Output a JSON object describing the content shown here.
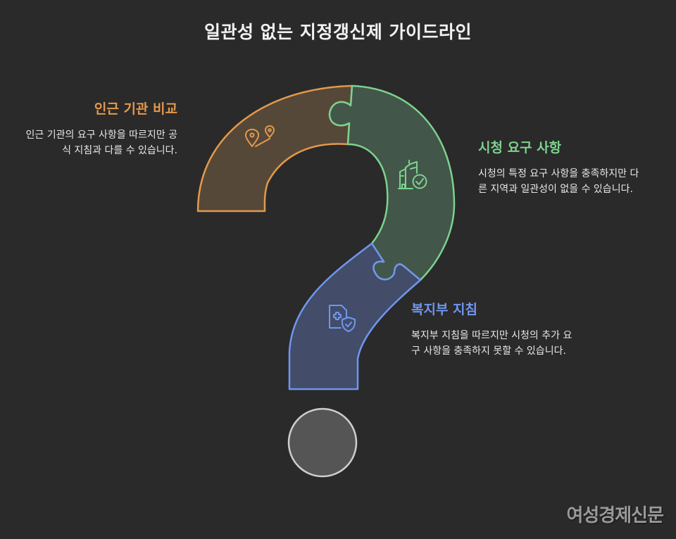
{
  "title": "일관성 없는 지정갱신제 가이드라인",
  "colors": {
    "background": "#2a2a2a",
    "orange": "#e3994d",
    "orange_fill": "#564838",
    "green": "#7cd38e",
    "green_fill": "#43564a",
    "blue": "#6f96f0",
    "blue_fill": "#434c68",
    "circle_fill": "#555555",
    "circle_stroke": "#cfcfcf"
  },
  "segments": [
    {
      "id": "nearby",
      "heading": "인근 기관 비교",
      "description": "인근 기관의 요구 사항을 따르지만 공식 지침과 다를 수 있습니다.",
      "icon": "map-route-pins-icon"
    },
    {
      "id": "city",
      "heading": "시청 요구 사항",
      "description": "시청의 특정 요구 사항을 충족하지만 다른 지역과 일관성이 없을 수 있습니다.",
      "icon": "building-check-icon"
    },
    {
      "id": "ministry",
      "heading": "복지부 지침",
      "description": "복지부 지침을 따르지만 시청의 추가 요구 사항을 충족하지 못할 수 있습니다.",
      "icon": "medical-document-shield-icon"
    }
  ],
  "watermark": "여성경제신문"
}
